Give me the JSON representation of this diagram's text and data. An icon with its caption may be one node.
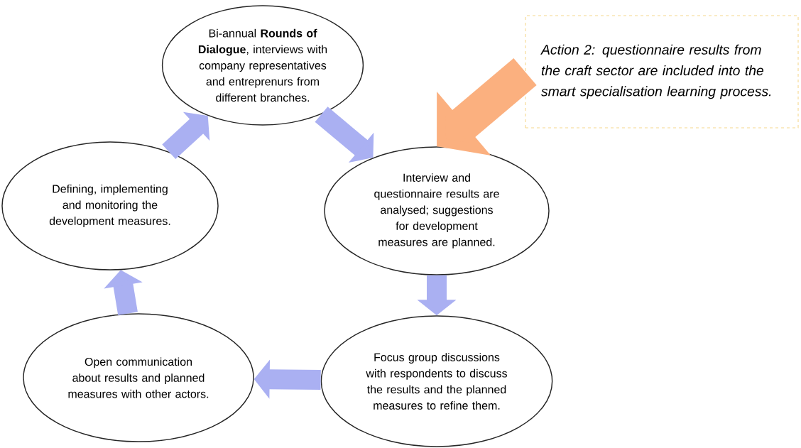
{
  "diagram": {
    "nodes": [
      {
        "text": [
          "Bi-annual **Rounds of Dialogue**, interviews with company representatives and entreprenurs from different branches."
        ]
      },
      {
        "text": [
          "Interview and questionnaire results are analysed; suggestions for development measures are planned."
        ]
      },
      {
        "text": [
          "Focus group discussions with respondents to discuss the results and the planned measures to refine them."
        ]
      },
      {
        "text": [
          "Open communication about results and planned measures with other actors."
        ]
      },
      {
        "text": [
          "Defining, implementing and monitoring the development measures."
        ]
      },
      {
        "text": [
          "Action 2: questionnaire results from the craft sector are included into the smart specialisation learning process."
        ]
      }
    ],
    "edges": [
      {
        "from": 0,
        "to": 1,
        "arrow": "to"
      },
      {
        "from": 1,
        "to": 2,
        "arrow": "to"
      },
      {
        "from": 2,
        "to": 3,
        "arrow": "to"
      },
      {
        "from": 3,
        "to": 4,
        "arrow": "to"
      },
      {
        "from": 4,
        "to": 0,
        "arrow": "to"
      },
      {
        "from": 5,
        "to": 1,
        "arrow": "to",
        "color": "#fbb07f"
      }
    ]
  }
}
